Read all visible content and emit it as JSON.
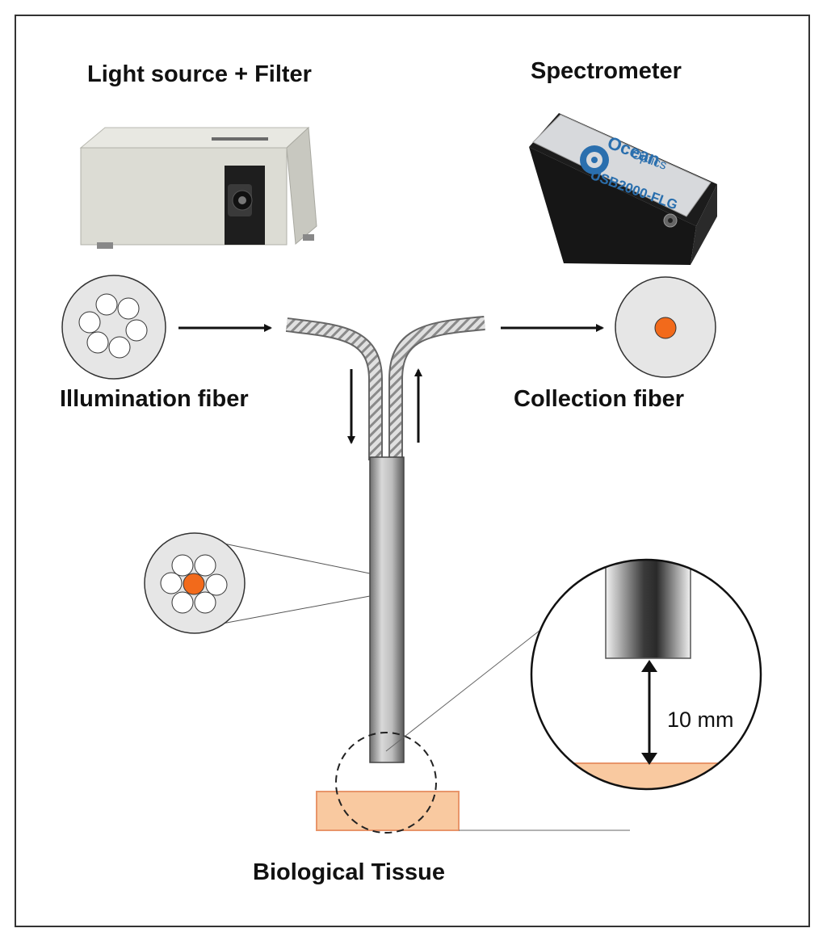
{
  "labels": {
    "light_source": "Light source + Filter",
    "spectrometer": "Spectrometer",
    "illumination_fiber": "Illumination fiber",
    "collection_fiber": "Collection fiber",
    "tissue": "Biological Tissue",
    "distance": "10 mm"
  },
  "device_text": {
    "brand_line1": "Ocean",
    "brand_line2": "Optics",
    "model": "USB2000-FLG"
  },
  "colors": {
    "core_fiber": "#f26a1b",
    "tissue": "#f9c9a0",
    "tissue_border": "#e8956a"
  }
}
